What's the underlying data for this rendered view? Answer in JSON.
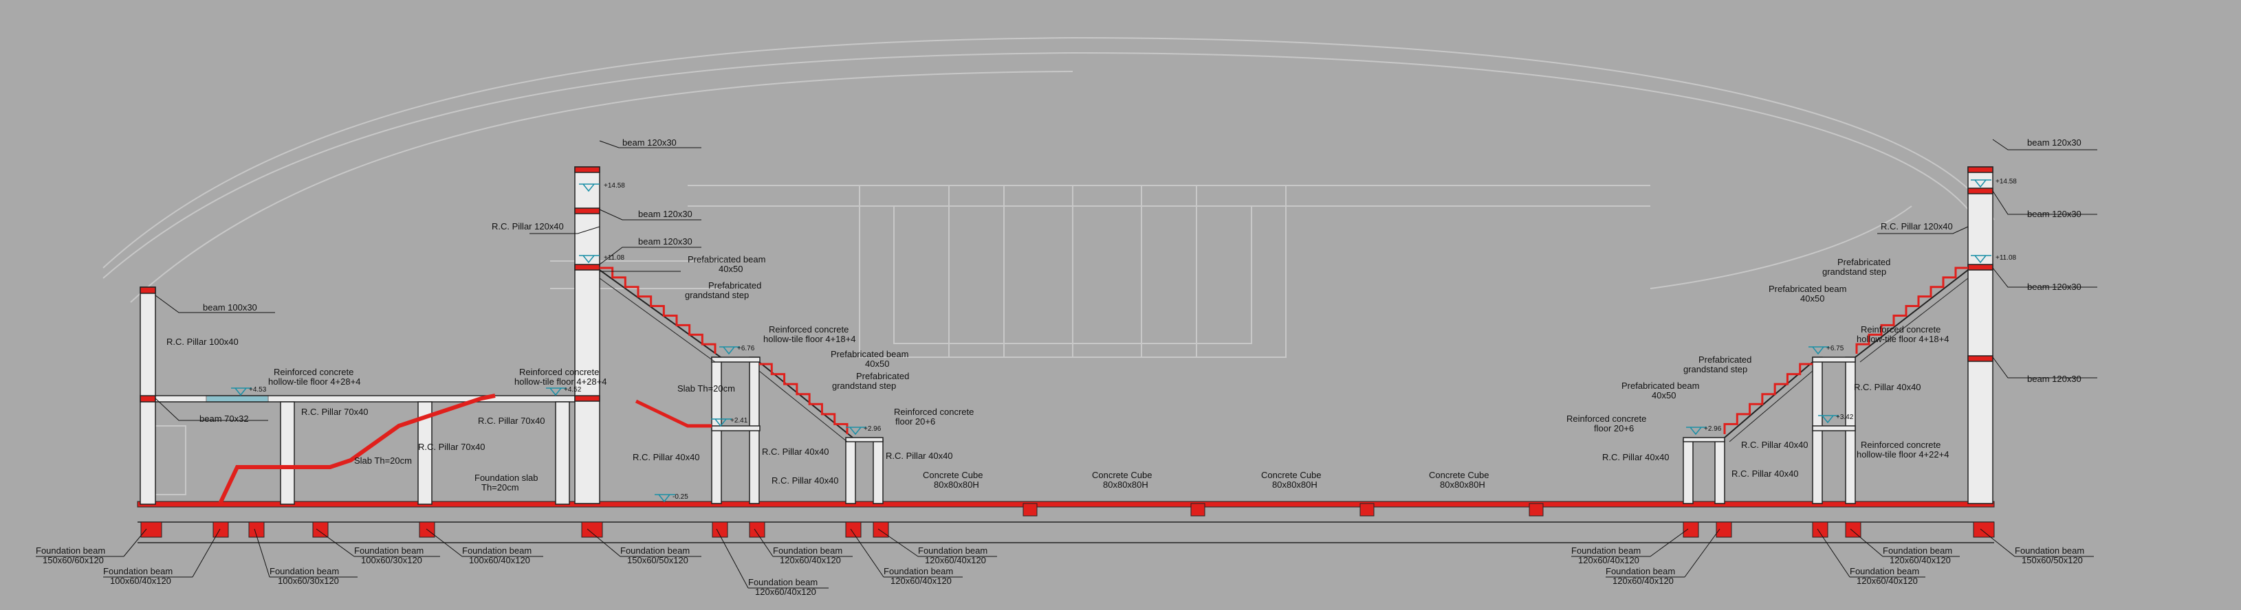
{
  "colors": {
    "background": "#a9a9a9",
    "concrete_red": "#e0201c",
    "outline": "#222222",
    "pillar_fill": "#ececec",
    "ghost_lines": "#c8c8c8",
    "level_marker": "#1a8fa6"
  },
  "labels": {
    "beam_100x30": "beam 100x30",
    "rc_pillar_100x40": "R.C. Pillar 100x40",
    "rc_floor_4_28_4_a": "Reinforced concrete",
    "rc_floor_4_28_4_b": "hollow-tile floor 4+28+4",
    "beam_70x32": "beam 70x32",
    "rc_pillar_70x40_a": "R.C. Pillar 70x40",
    "rc_pillar_70x40_b": "R.C. Pillar 70x40",
    "rc_pillar_70x40_c": "R.C. Pillar 70x40",
    "slab_th20_a": "Slab Th=20cm",
    "foundation_slab_a": "Foundation slab",
    "foundation_slab_b": "Th=20cm",
    "rc_floor_4_28_4_2a": "Reinforced concrete",
    "rc_floor_4_28_4_2b": "hollow-tile floor 4+28+4",
    "rc_pillar_120x40_l": "R.C. Pillar 120x40",
    "beam_120x30_l1": "beam 120x30",
    "beam_120x30_l2": "beam 120x30",
    "beam_120x30_l3": "beam 120x30",
    "prefab_beam_l_a": "Prefabricated beam",
    "prefab_beam_l_b": "40x50",
    "prefab_step_l_a": "Prefabricated",
    "prefab_step_l_b": "grandstand step",
    "slab_th20_b": "Slab Th=20cm",
    "rc_floor_4_18_4_l_a": "Reinforced concrete",
    "rc_floor_4_18_4_l_b": "hollow-tile floor 4+18+4",
    "prefab_beam_l2_a": "Prefabricated beam",
    "prefab_beam_l2_b": "40x50",
    "prefab_step_l2_a": "Prefabricated",
    "prefab_step_l2_b": "grandstand step",
    "rc_floor_20_6_l_a": "Reinforced concrete",
    "rc_floor_20_6_l_b": "floor 20+6",
    "rc_pillar_40x40_l1": "R.C. Pillar 40x40",
    "rc_pillar_40x40_l2": "R.C. Pillar 40x40",
    "rc_pillar_40x40_l3": "R.C. Pillar 40x40",
    "rc_pillar_40x40_l4": "R.C. Pillar 40x40",
    "concrete_cube_1a": "Concrete Cube",
    "concrete_cube_1b": "80x80x80H",
    "concrete_cube_2a": "Concrete Cube",
    "concrete_cube_2b": "80x80x80H",
    "concrete_cube_3a": "Concrete Cube",
    "concrete_cube_3b": "80x80x80H",
    "concrete_cube_4a": "Concrete Cube",
    "concrete_cube_4b": "80x80x80H",
    "beam_120x30_r1": "beam 120x30",
    "beam_120x30_r2": "beam 120x30",
    "beam_120x30_r3": "beam 120x30",
    "beam_120x30_r4": "beam 120x30",
    "rc_pillar_120x40_r": "R.C. Pillar 120x40",
    "prefab_step_r1_a": "Prefabricated",
    "prefab_step_r1_b": "grandstand step",
    "prefab_beam_r1_a": "Prefabricated beam",
    "prefab_beam_r1_b": "40x50",
    "rc_floor_4_18_4_r_a": "Reinforced concrete",
    "rc_floor_4_18_4_r_b": "hollow-tile floor 4+18+4",
    "prefab_step_r2_a": "Prefabricated",
    "prefab_step_r2_b": "grandstand step",
    "prefab_beam_r2_a": "Prefabricated beam",
    "prefab_beam_r2_b": "40x50",
    "rc_pillar_40x40_r1": "R.C. Pillar 40x40",
    "rc_floor_20_6_r_a": "Reinforced concrete",
    "rc_floor_20_6_r_b": "floor 20+6",
    "rc_pillar_40x40_r2": "R.C. Pillar 40x40",
    "rc_pillar_40x40_r3": "R.C. Pillar 40x40",
    "rc_pillar_40x40_r4": "R.C. Pillar 40x40",
    "rc_floor_4_22_4_r_a": "Reinforced concrete",
    "rc_floor_4_22_4_r_b": "hollow-tile floor 4+22+4",
    "fb1_a": "Foundation beam",
    "fb1_b": "150x60/60x120",
    "fb2_a": "Foundation beam",
    "fb2_b": "100x60/40x120",
    "fb3_a": "Foundation beam",
    "fb3_b": "100x60/30x120",
    "fb4_a": "Foundation beam",
    "fb4_b": "100x60/30x120",
    "fb5_a": "Foundation beam",
    "fb5_b": "100x60/40x120",
    "fb6_a": "Foundation beam",
    "fb6_b": "150x60/50x120",
    "fb7_a": "Foundation beam",
    "fb7_b": "120x60/40x120",
    "fb8_a": "Foundation beam",
    "fb8_b": "120x60/40x120",
    "fb9_a": "Foundation beam",
    "fb9_b": "120x60/40x120",
    "fb10_a": "Foundation beam",
    "fb10_b": "120x60/40x120",
    "fb11_a": "Foundation beam",
    "fb11_b": "120x60/40x120",
    "fb12_a": "Foundation beam",
    "fb12_b": "120x60/40x120",
    "fb13_a": "Foundation beam",
    "fb13_b": "120x60/40x120",
    "fb14_a": "Foundation beam",
    "fb14_b": "120x60/40x120",
    "fb15_a": "Foundation beam",
    "fb15_b": "150x60/50x120"
  },
  "levels": {
    "l_1453": "+14.58",
    "l_1108": "+11.08",
    "l_676": "+6.76",
    "l_453": "+4.53",
    "l_452": "+4.52",
    "l_241": "+2.41",
    "l_296": "+2.96",
    "l_m025": "-0.25",
    "r_1453": "+14.58",
    "r_1108": "+11.08",
    "r_676": "+6.75",
    "r_296": "+2.96",
    "r_342": "+3.42"
  }
}
